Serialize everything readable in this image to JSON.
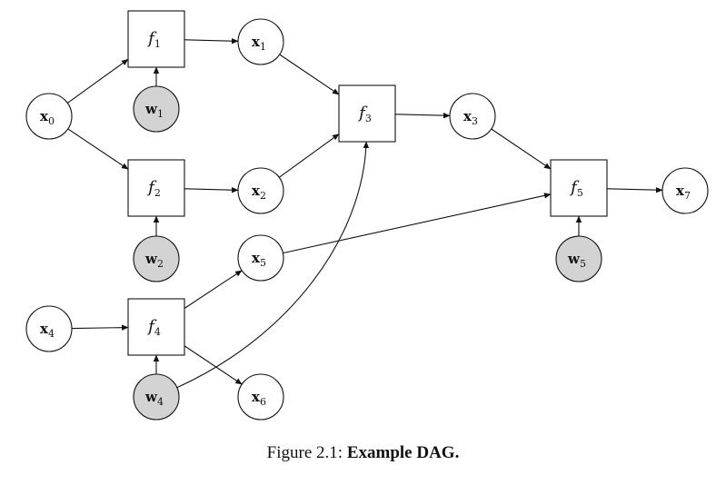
{
  "nodes": [
    {
      "id": "x0",
      "kind": "var",
      "base": "x",
      "sub": "0",
      "shaded": false
    },
    {
      "id": "f1",
      "kind": "func",
      "base": "f",
      "sub": "1"
    },
    {
      "id": "x1",
      "kind": "var",
      "base": "x",
      "sub": "1",
      "shaded": false
    },
    {
      "id": "w1",
      "kind": "var",
      "base": "w",
      "sub": "1",
      "shaded": true
    },
    {
      "id": "f2",
      "kind": "func",
      "base": "f",
      "sub": "2"
    },
    {
      "id": "x2",
      "kind": "var",
      "base": "x",
      "sub": "2",
      "shaded": false
    },
    {
      "id": "w2",
      "kind": "var",
      "base": "w",
      "sub": "2",
      "shaded": true
    },
    {
      "id": "f3",
      "kind": "func",
      "base": "f",
      "sub": "3"
    },
    {
      "id": "x3",
      "kind": "var",
      "base": "x",
      "sub": "3",
      "shaded": false
    },
    {
      "id": "x4",
      "kind": "var",
      "base": "x",
      "sub": "4",
      "shaded": false
    },
    {
      "id": "f4",
      "kind": "func",
      "base": "f",
      "sub": "4"
    },
    {
      "id": "w4",
      "kind": "var",
      "base": "w",
      "sub": "4",
      "shaded": true
    },
    {
      "id": "x5",
      "kind": "var",
      "base": "x",
      "sub": "5",
      "shaded": false
    },
    {
      "id": "x6",
      "kind": "var",
      "base": "x",
      "sub": "6",
      "shaded": false
    },
    {
      "id": "f5",
      "kind": "func",
      "base": "f",
      "sub": "5"
    },
    {
      "id": "w5",
      "kind": "var",
      "base": "w",
      "sub": "5",
      "shaded": true
    },
    {
      "id": "x7",
      "kind": "var",
      "base": "x",
      "sub": "7",
      "shaded": false
    }
  ],
  "edges": [
    {
      "from": "x0",
      "to": "f1"
    },
    {
      "from": "x0",
      "to": "f2"
    },
    {
      "from": "w1",
      "to": "f1"
    },
    {
      "from": "f1",
      "to": "x1"
    },
    {
      "from": "w2",
      "to": "f2"
    },
    {
      "from": "f2",
      "to": "x2"
    },
    {
      "from": "x1",
      "to": "f3"
    },
    {
      "from": "x2",
      "to": "f3"
    },
    {
      "from": "w4",
      "to": "f3",
      "curved": true
    },
    {
      "from": "f3",
      "to": "x3"
    },
    {
      "from": "x4",
      "to": "f4"
    },
    {
      "from": "w4",
      "to": "f4"
    },
    {
      "from": "f4",
      "to": "x5"
    },
    {
      "from": "f4",
      "to": "x6"
    },
    {
      "from": "x3",
      "to": "f5"
    },
    {
      "from": "x5",
      "to": "f5"
    },
    {
      "from": "w5",
      "to": "f5"
    },
    {
      "from": "f5",
      "to": "x7"
    }
  ],
  "caption": {
    "prefix": "Figure 2.1:",
    "title": "Example DAG."
  },
  "colors": {
    "shaded_fill": "#d3d3d3",
    "stroke": "#111111",
    "background": "#ffffff"
  }
}
